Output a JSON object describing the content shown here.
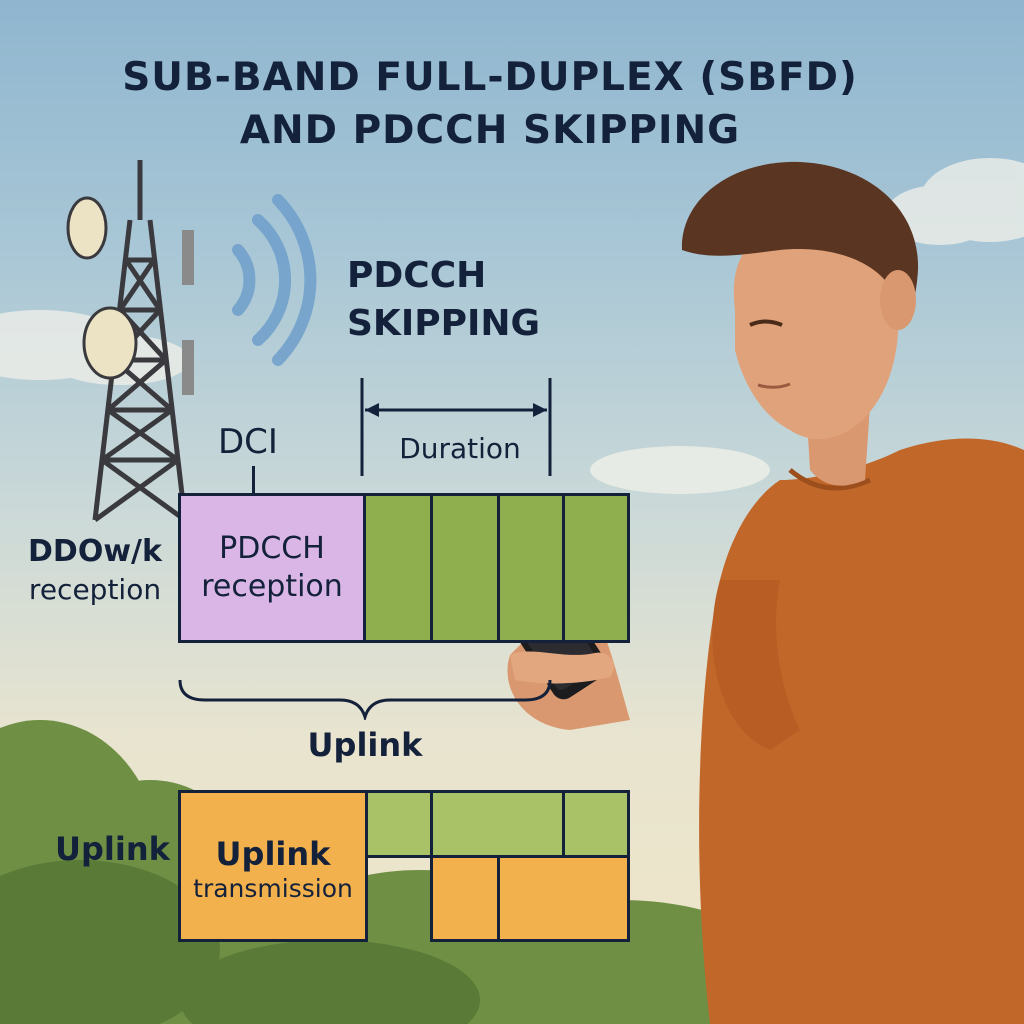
{
  "title": {
    "line1": "SUB-BAND FULL-DUPLEX (SBFD)",
    "line2": "AND PDCCH SKIPPING"
  },
  "skipping_label": {
    "line1": "PDCCH",
    "line2": "SKIPPING"
  },
  "duration_label": "Duration",
  "dci_label": "DCI",
  "downlink_row": {
    "label_line1": "DDOw/k",
    "label_line2": "reception",
    "pdcch_cell_line1": "PDCCH",
    "pdcch_cell_line2": "reception"
  },
  "uplink_brace_label": "Uplink",
  "uplink_row": {
    "label": "Uplink",
    "cell_line1": "Uplink",
    "cell_line2": "transmission"
  },
  "colors": {
    "navy": "#14213a",
    "pdcch_purple": "#d9b6e6",
    "skip_green": "#8fae4e",
    "light_green": "#a9c268",
    "uplink_orange": "#f3b14e",
    "shirt": "#c2672a",
    "signal_blue": "#6f9fcb"
  }
}
